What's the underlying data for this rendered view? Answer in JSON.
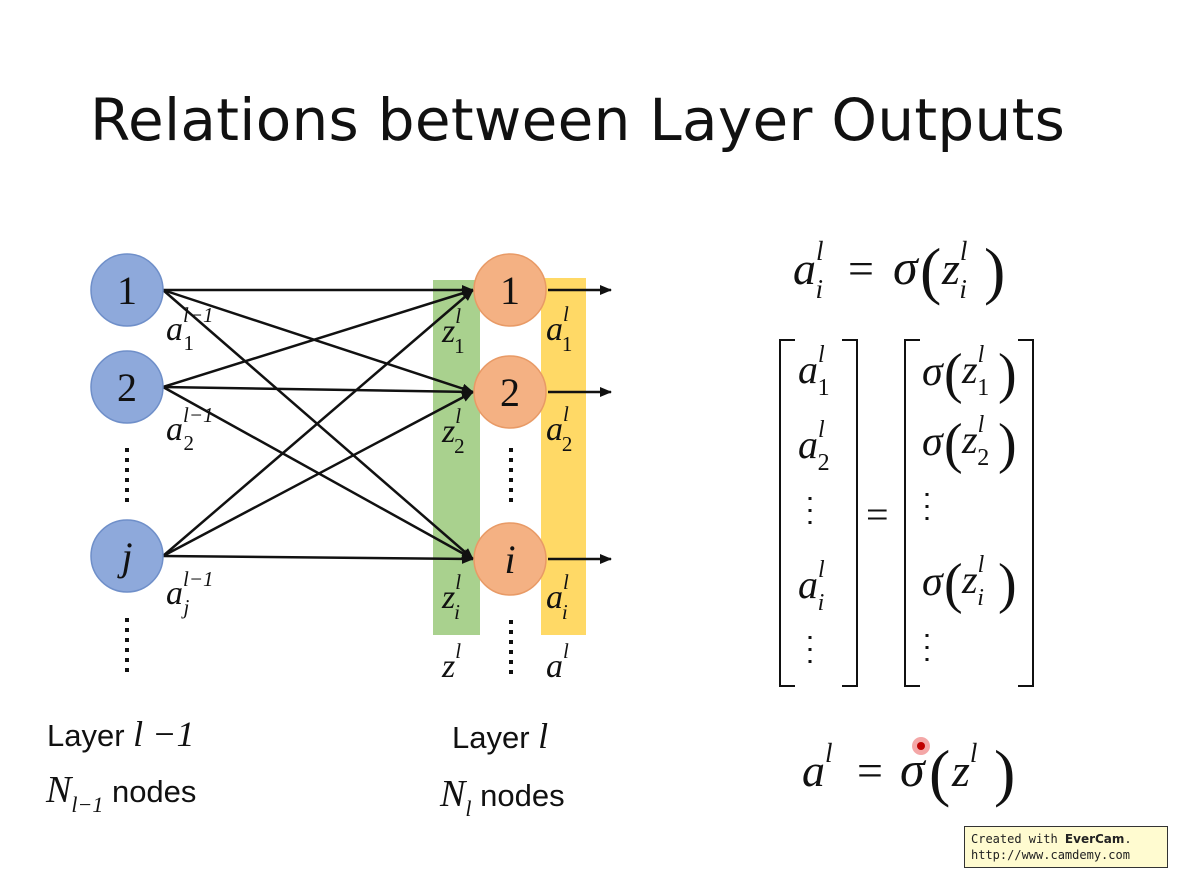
{
  "slide": {
    "title": "Relations between Layer Outputs"
  },
  "prev_layer": {
    "nodes": [
      "1",
      "2",
      "j"
    ],
    "activations": [
      {
        "base": "a",
        "sub": "1",
        "sup": "l−1"
      },
      {
        "base": "a",
        "sub": "2",
        "sup": "l−1"
      },
      {
        "base": "a",
        "sub": "j",
        "sup": "l−1"
      }
    ],
    "label_word": "Layer",
    "label_math": "l −1",
    "count_symbol": "N",
    "count_sub": "l−1",
    "count_word": "nodes"
  },
  "curr_layer": {
    "nodes": [
      "1",
      "2",
      "i"
    ],
    "z_labels": [
      {
        "base": "z",
        "sub": "1",
        "sup": "l"
      },
      {
        "base": "z",
        "sub": "2",
        "sup": "l"
      },
      {
        "base": "z",
        "sub": "i",
        "sup": "l"
      }
    ],
    "a_labels": [
      {
        "base": "a",
        "sub": "1",
        "sup": "l"
      },
      {
        "base": "a",
        "sub": "2",
        "sup": "l"
      },
      {
        "base": "a",
        "sub": "i",
        "sup": "l"
      }
    ],
    "z_vector": {
      "base": "z",
      "sup": "l"
    },
    "a_vector": {
      "base": "a",
      "sup": "l"
    },
    "label_word": "Layer",
    "label_math": "l",
    "count_symbol": "N",
    "count_sub": "l",
    "count_word": "nodes"
  },
  "colors": {
    "prev_nodes": "#8ea9db",
    "curr_nodes": "#f4b183",
    "z_band": "#a9d18e",
    "a_band": "#ffd966"
  },
  "equations": {
    "element": {
      "lhs_base": "a",
      "lhs_sub": "i",
      "lhs_sup": "l",
      "eq": "=",
      "func": "σ",
      "arg_base": "z",
      "arg_sub": "i",
      "arg_sup": "l"
    },
    "vector_lhs": [
      {
        "base": "a",
        "sub": "1",
        "sup": "l"
      },
      {
        "base": "a",
        "sub": "2",
        "sup": "l"
      },
      {
        "base": "a",
        "sub": "i",
        "sup": "l"
      }
    ],
    "vector_rhs": [
      {
        "func": "σ",
        "base": "z",
        "sub": "1",
        "sup": "l"
      },
      {
        "func": "σ",
        "base": "z",
        "sub": "2",
        "sup": "l"
      },
      {
        "func": "σ",
        "base": "z",
        "sub": "i",
        "sup": "l"
      }
    ],
    "vector_eq": "=",
    "compact": {
      "lhs_base": "a",
      "lhs_sup": "l",
      "eq": "=",
      "func": "σ",
      "arg_base": "z",
      "arg_sup": "l"
    }
  },
  "watermark": {
    "prefix": "Created with ",
    "brand": "EverCam",
    "suffix": ".",
    "url": "http://www.camdemy.com"
  }
}
